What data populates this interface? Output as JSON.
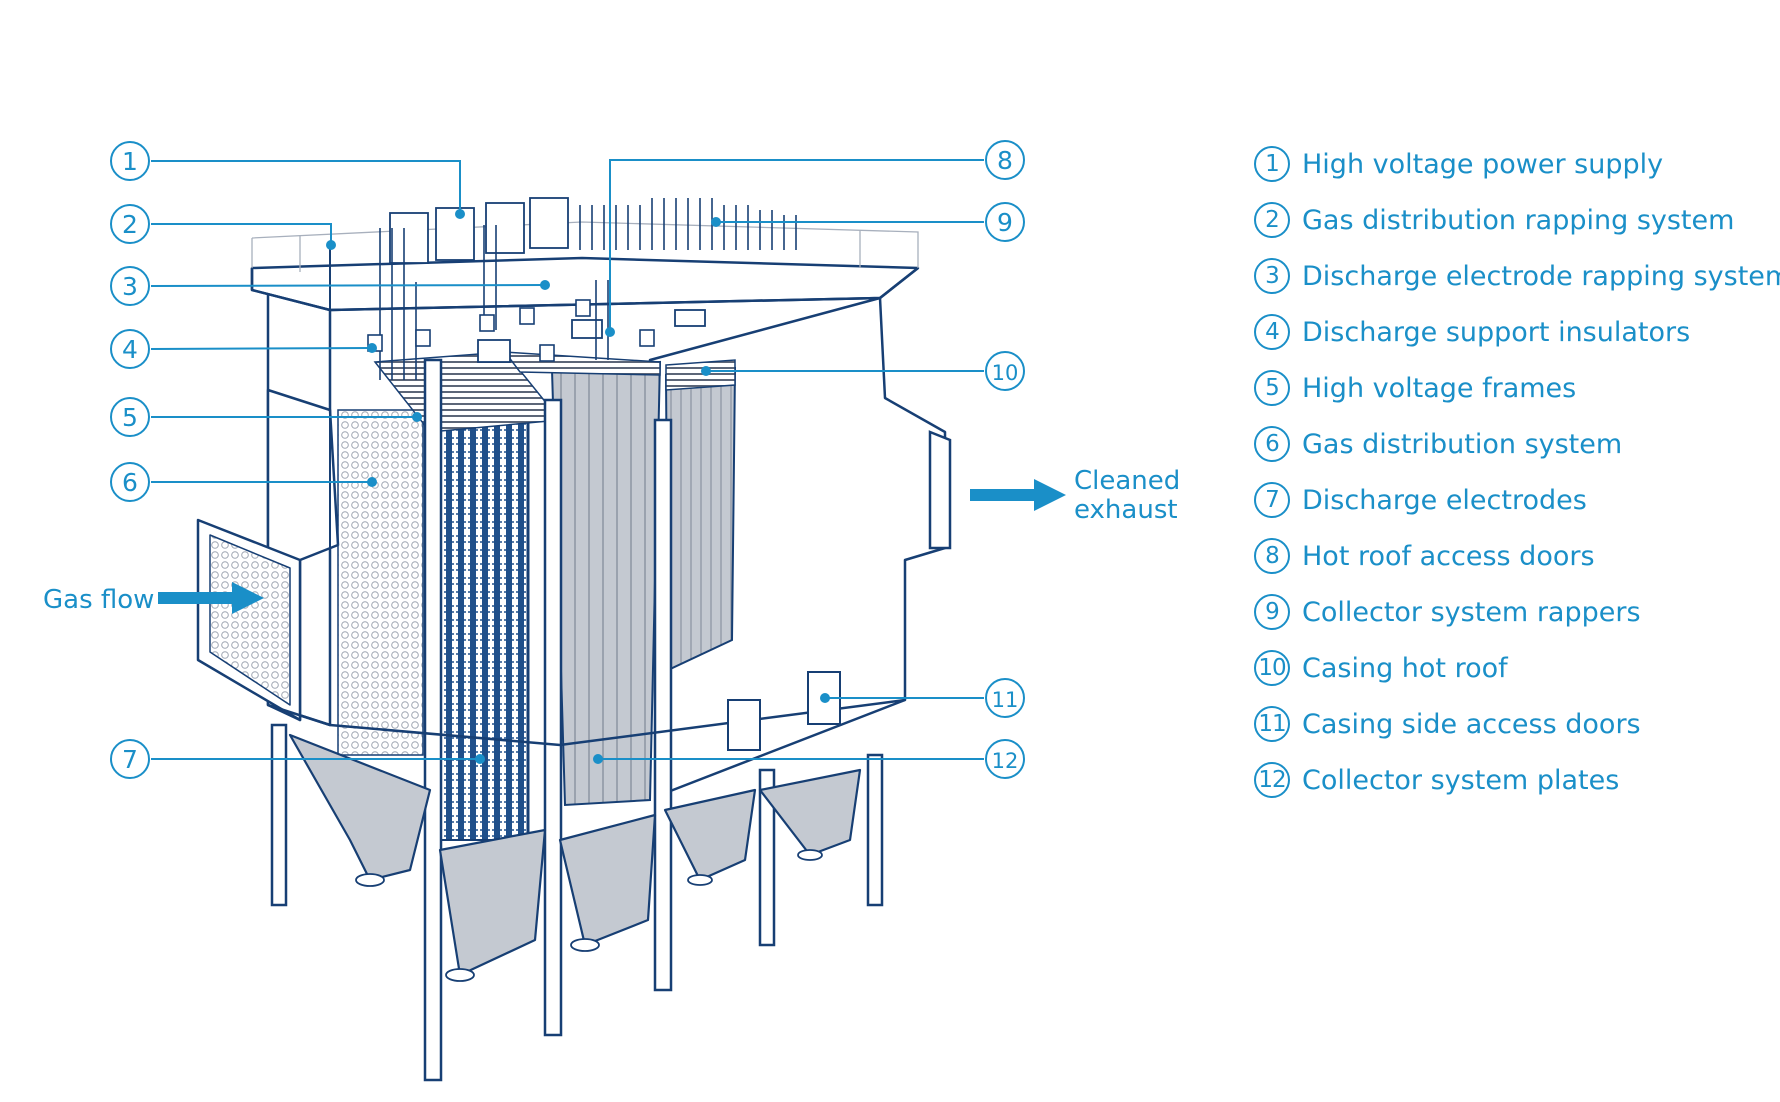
{
  "diagram": {
    "flow_labels": {
      "gas_flow": "Gas flow",
      "cleaned_line1": "Cleaned",
      "cleaned_line2": "exhaust"
    },
    "callouts": [
      "1",
      "2",
      "3",
      "4",
      "5",
      "6",
      "7",
      "8",
      "9",
      "10",
      "11",
      "12"
    ]
  },
  "legend": {
    "items": [
      {
        "number": "1",
        "label": "High voltage power supply"
      },
      {
        "number": "2",
        "label": "Gas distribution rapping system"
      },
      {
        "number": "3",
        "label": "Discharge electrode rapping system"
      },
      {
        "number": "4",
        "label": "Discharge support insulators"
      },
      {
        "number": "5",
        "label": "High voltage frames"
      },
      {
        "number": "6",
        "label": "Gas distribution system"
      },
      {
        "number": "7",
        "label": "Discharge electrodes"
      },
      {
        "number": "8",
        "label": "Hot roof access doors"
      },
      {
        "number": "9",
        "label": "Collector system rappers"
      },
      {
        "number": "10",
        "label": "Casing hot roof"
      },
      {
        "number": "11",
        "label": "Casing side access doors"
      },
      {
        "number": "12",
        "label": "Collector system plates"
      }
    ]
  },
  "colors": {
    "accent": "#1a8fc8",
    "outline": "#173f74",
    "plate_gray": "#c4c9d1"
  }
}
